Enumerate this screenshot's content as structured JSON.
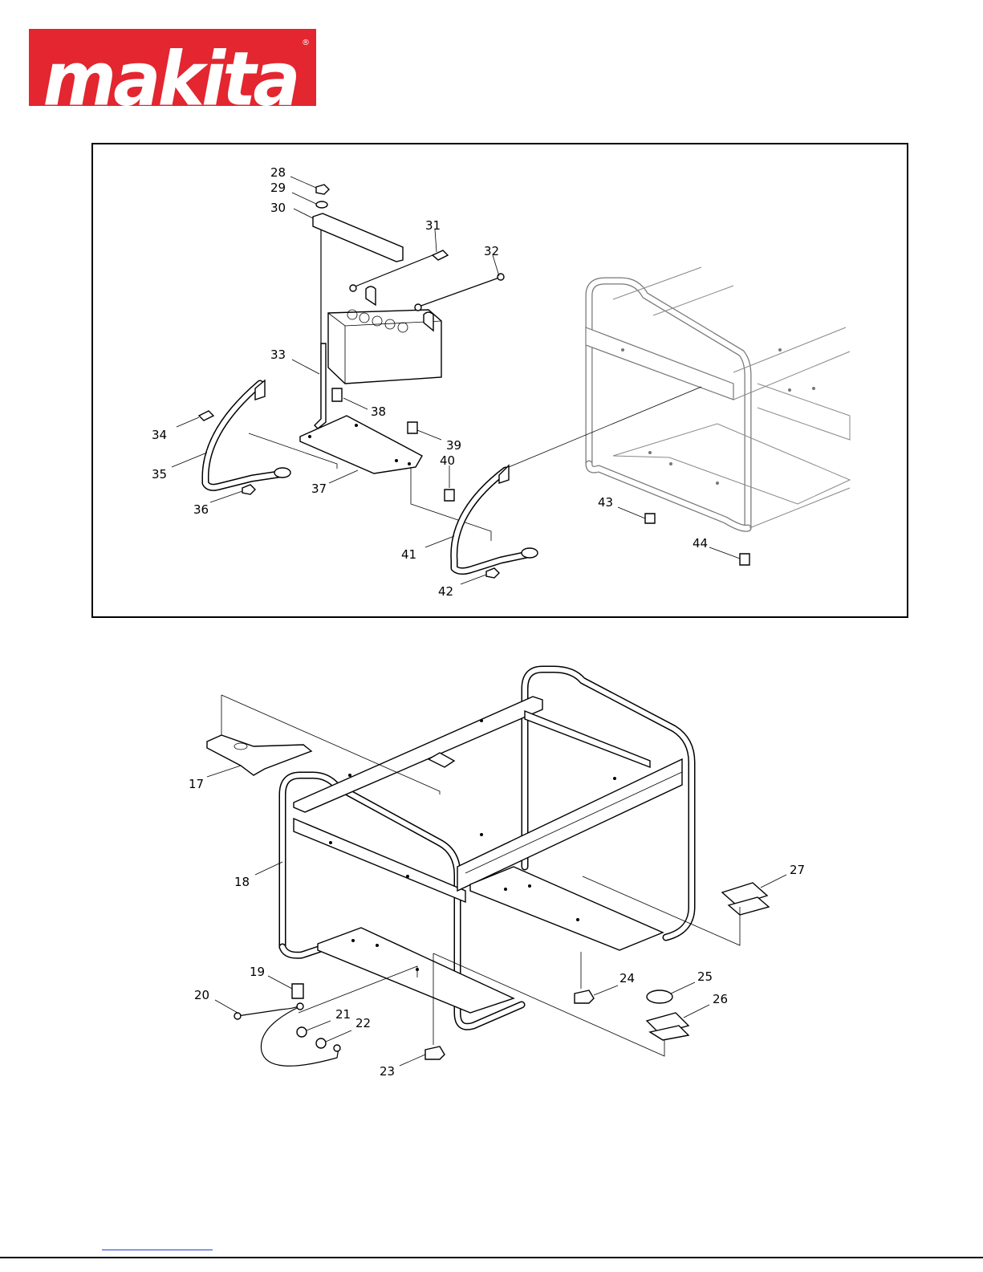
{
  "brand": {
    "logo_text": "makita",
    "registered_mark": "®",
    "logo_color": "#e3262f"
  },
  "top_diagram": {
    "callouts": [
      "28",
      "29",
      "30",
      "31",
      "32",
      "33",
      "34",
      "35",
      "36",
      "37",
      "38",
      "39",
      "40",
      "41",
      "42",
      "43",
      "44"
    ]
  },
  "bottom_diagram": {
    "callouts": [
      "17",
      "18",
      "19",
      "20",
      "21",
      "22",
      "23",
      "24",
      "25",
      "26",
      "27"
    ]
  },
  "footer": {
    "link_color": "#1f3fd6"
  }
}
